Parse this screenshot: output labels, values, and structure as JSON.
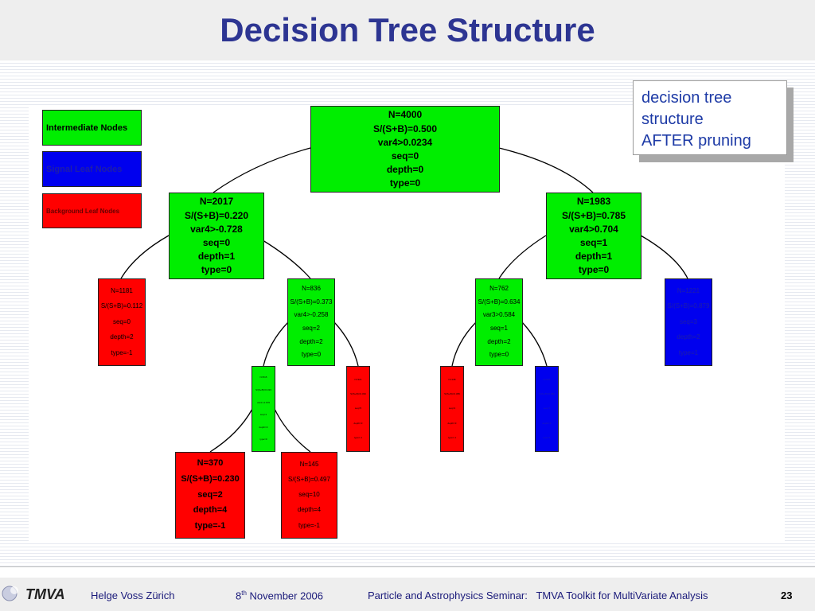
{
  "title": "Decision Tree Structure",
  "colors": {
    "green": "#00ee00",
    "red": "#ff0000",
    "blue": "#0000ee",
    "title": "#2d3592",
    "callout_text": "#1d3aa6"
  },
  "legend": {
    "intermediate": "Intermediate Nodes",
    "signal": "Signal Leaf Nodes",
    "background": "Background Leaf Nodes"
  },
  "callout": {
    "lines": [
      "decision tree",
      "structure",
      "AFTER pruning"
    ]
  },
  "tree": {
    "root": [
      "N=4000",
      "S/(S+B)=0.500",
      "var4>0.0234",
      "seq=0",
      "depth=0",
      "type=0"
    ],
    "l1_left": [
      "N=2017",
      "S/(S+B)=0.220",
      "var4>-0.728",
      "seq=0",
      "depth=1",
      "type=0"
    ],
    "l1_right": [
      "N=1983",
      "S/(S+B)=0.785",
      "var4>0.704",
      "seq=1",
      "depth=1",
      "type=0"
    ],
    "l2_a": [
      "N=1181",
      "S/(S+B)=0.112",
      "seq=0",
      "depth=2",
      "type=-1"
    ],
    "l2_b": [
      "N=836",
      "S/(S+B)=0.373",
      "var4>-0.258",
      "seq=2",
      "depth=2",
      "type=0"
    ],
    "l2_c": [
      "N=762",
      "S/(S+B)=0.634",
      "var3>0.584",
      "seq=1",
      "depth=2",
      "type=0"
    ],
    "l2_d": [
      "N=1221",
      "S/(S+B)=0.879",
      "seq=3",
      "depth=2",
      "type=1"
    ],
    "l3_a": [
      "N=515",
      "S/(S+B)=0.323",
      "var4>-0.676",
      "seq=1",
      "depth=3",
      "type=0"
    ],
    "l3_b": [
      "N=321",
      "S/(S+B)=0.452",
      "seq=5",
      "depth=3",
      "type=-1"
    ],
    "l3_c": [
      "N=138",
      "S/(S+B)=0.386",
      "seq=4",
      "depth=3",
      "type=-1"
    ],
    "l3_d": [
      "N=624",
      "S/(S+B)=0.689",
      "seq=7",
      "depth=3",
      "type=1"
    ],
    "l4_a": [
      "N=370",
      "S/(S+B)=0.230",
      "seq=2",
      "depth=4",
      "type=-1"
    ],
    "l4_b": [
      "N=145",
      "S/(S+B)=0.497",
      "seq=10",
      "depth=4",
      "type=-1"
    ]
  },
  "footer": {
    "logo": "TMVA",
    "author": "Helge Voss Zürich",
    "date_day": "8",
    "date_sup": "th",
    "date_rest": " November 2006",
    "seminar": "Particle and Astrophysics Seminar:   TMVA Toolkit for MultiVariate Analysis",
    "page": "23"
  }
}
